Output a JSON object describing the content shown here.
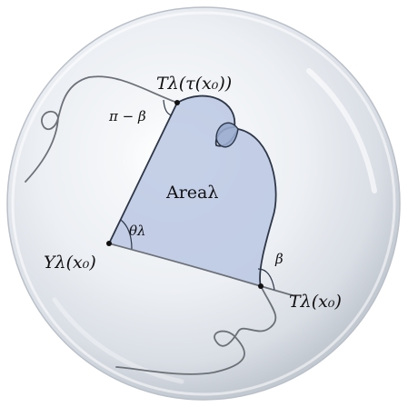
{
  "labels": {
    "top_point": "Tλ(τ(x₀))",
    "right_point": "Tλ(x₀)",
    "left_point": "Yλ(x₀)",
    "area": "Areaλ",
    "angle_top": "π − β",
    "angle_right": "β",
    "angle_left": "θλ"
  },
  "colors": {
    "sphere_edge": "#b9c0c9",
    "sphere_fill": "#e2e6ec",
    "region_fill": "#b8c6e2",
    "curve": "#6c7178",
    "boundary": "#2d3748",
    "point": "#111111"
  }
}
